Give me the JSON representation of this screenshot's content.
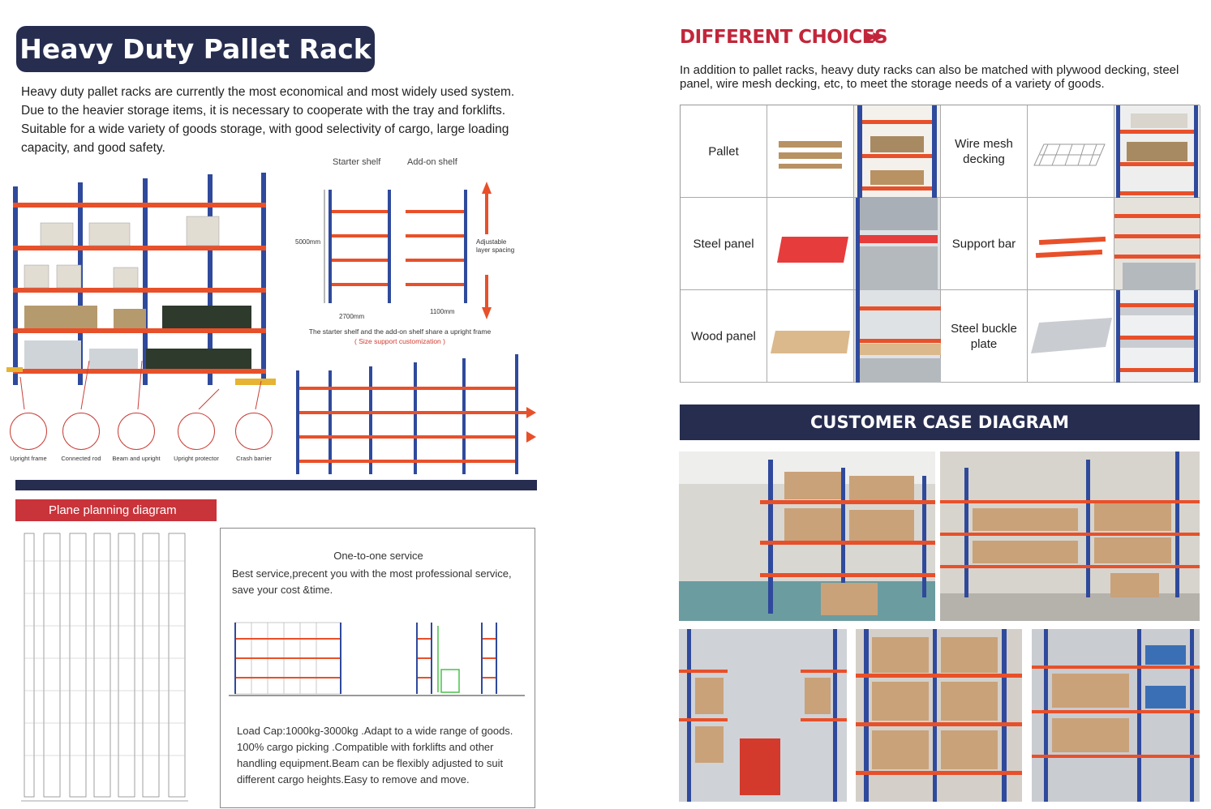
{
  "left": {
    "title": "Heavy Duty Pallet Rack",
    "intro": "Heavy duty pallet racks are currently the most economical and most widely used system. Due to the heavier storage items, it is necessary to cooperate with the tray and forklifts. Suitable for a wide variety of goods storage, with good selectivity of cargo, large loading capacity, and good safety.",
    "parts": [
      "Upright frame",
      "Connected rod",
      "Beam and upright",
      "Upright protector",
      "Crash barrier"
    ],
    "diagram": {
      "starter": "Starter shelf",
      "addon": "Add-on shelf",
      "height": "5000mm",
      "width1": "2700mm",
      "width2": "1100mm",
      "adjustable": "Adjustable layer spacing",
      "note": "The starter shelf and the add-on shelf share a upright frame",
      "note_red": "( Size support customization )"
    },
    "plan_tab": "Plane planning diagram",
    "service": {
      "title": "One-to-one service",
      "desc": "Best service,precent you with the most professional service, save your cost &time.",
      "bottom": "Load Cap:1000kg-3000kg .Adapt to a wide range of goods. 100% cargo picking .Compatible with forklifts and other handling equipment.Beam can be flexibly adjusted to suit different cargo heights.Easy to remove and move."
    }
  },
  "right": {
    "title": "DIFFERENT CHOICES",
    "arrows": "▶▶",
    "desc": "In addition to pallet racks, heavy duty racks can also be matched with plywood decking, steel panel, wire mesh decking, etc, to meet the storage needs of a variety of goods.",
    "options": [
      {
        "label": "Pallet"
      },
      {
        "label": "Wire mesh decking"
      },
      {
        "label": "Steel panel"
      },
      {
        "label": "Support bar"
      },
      {
        "label": "Wood panel"
      },
      {
        "label": "Steel buckle plate"
      }
    ],
    "case_title": "CUSTOMER CASE DIAGRAM"
  },
  "colors": {
    "navy": "#262d4f",
    "red": "#c9333a",
    "rack_blue": "#2f4a9c",
    "rack_orange": "#e8502a"
  }
}
